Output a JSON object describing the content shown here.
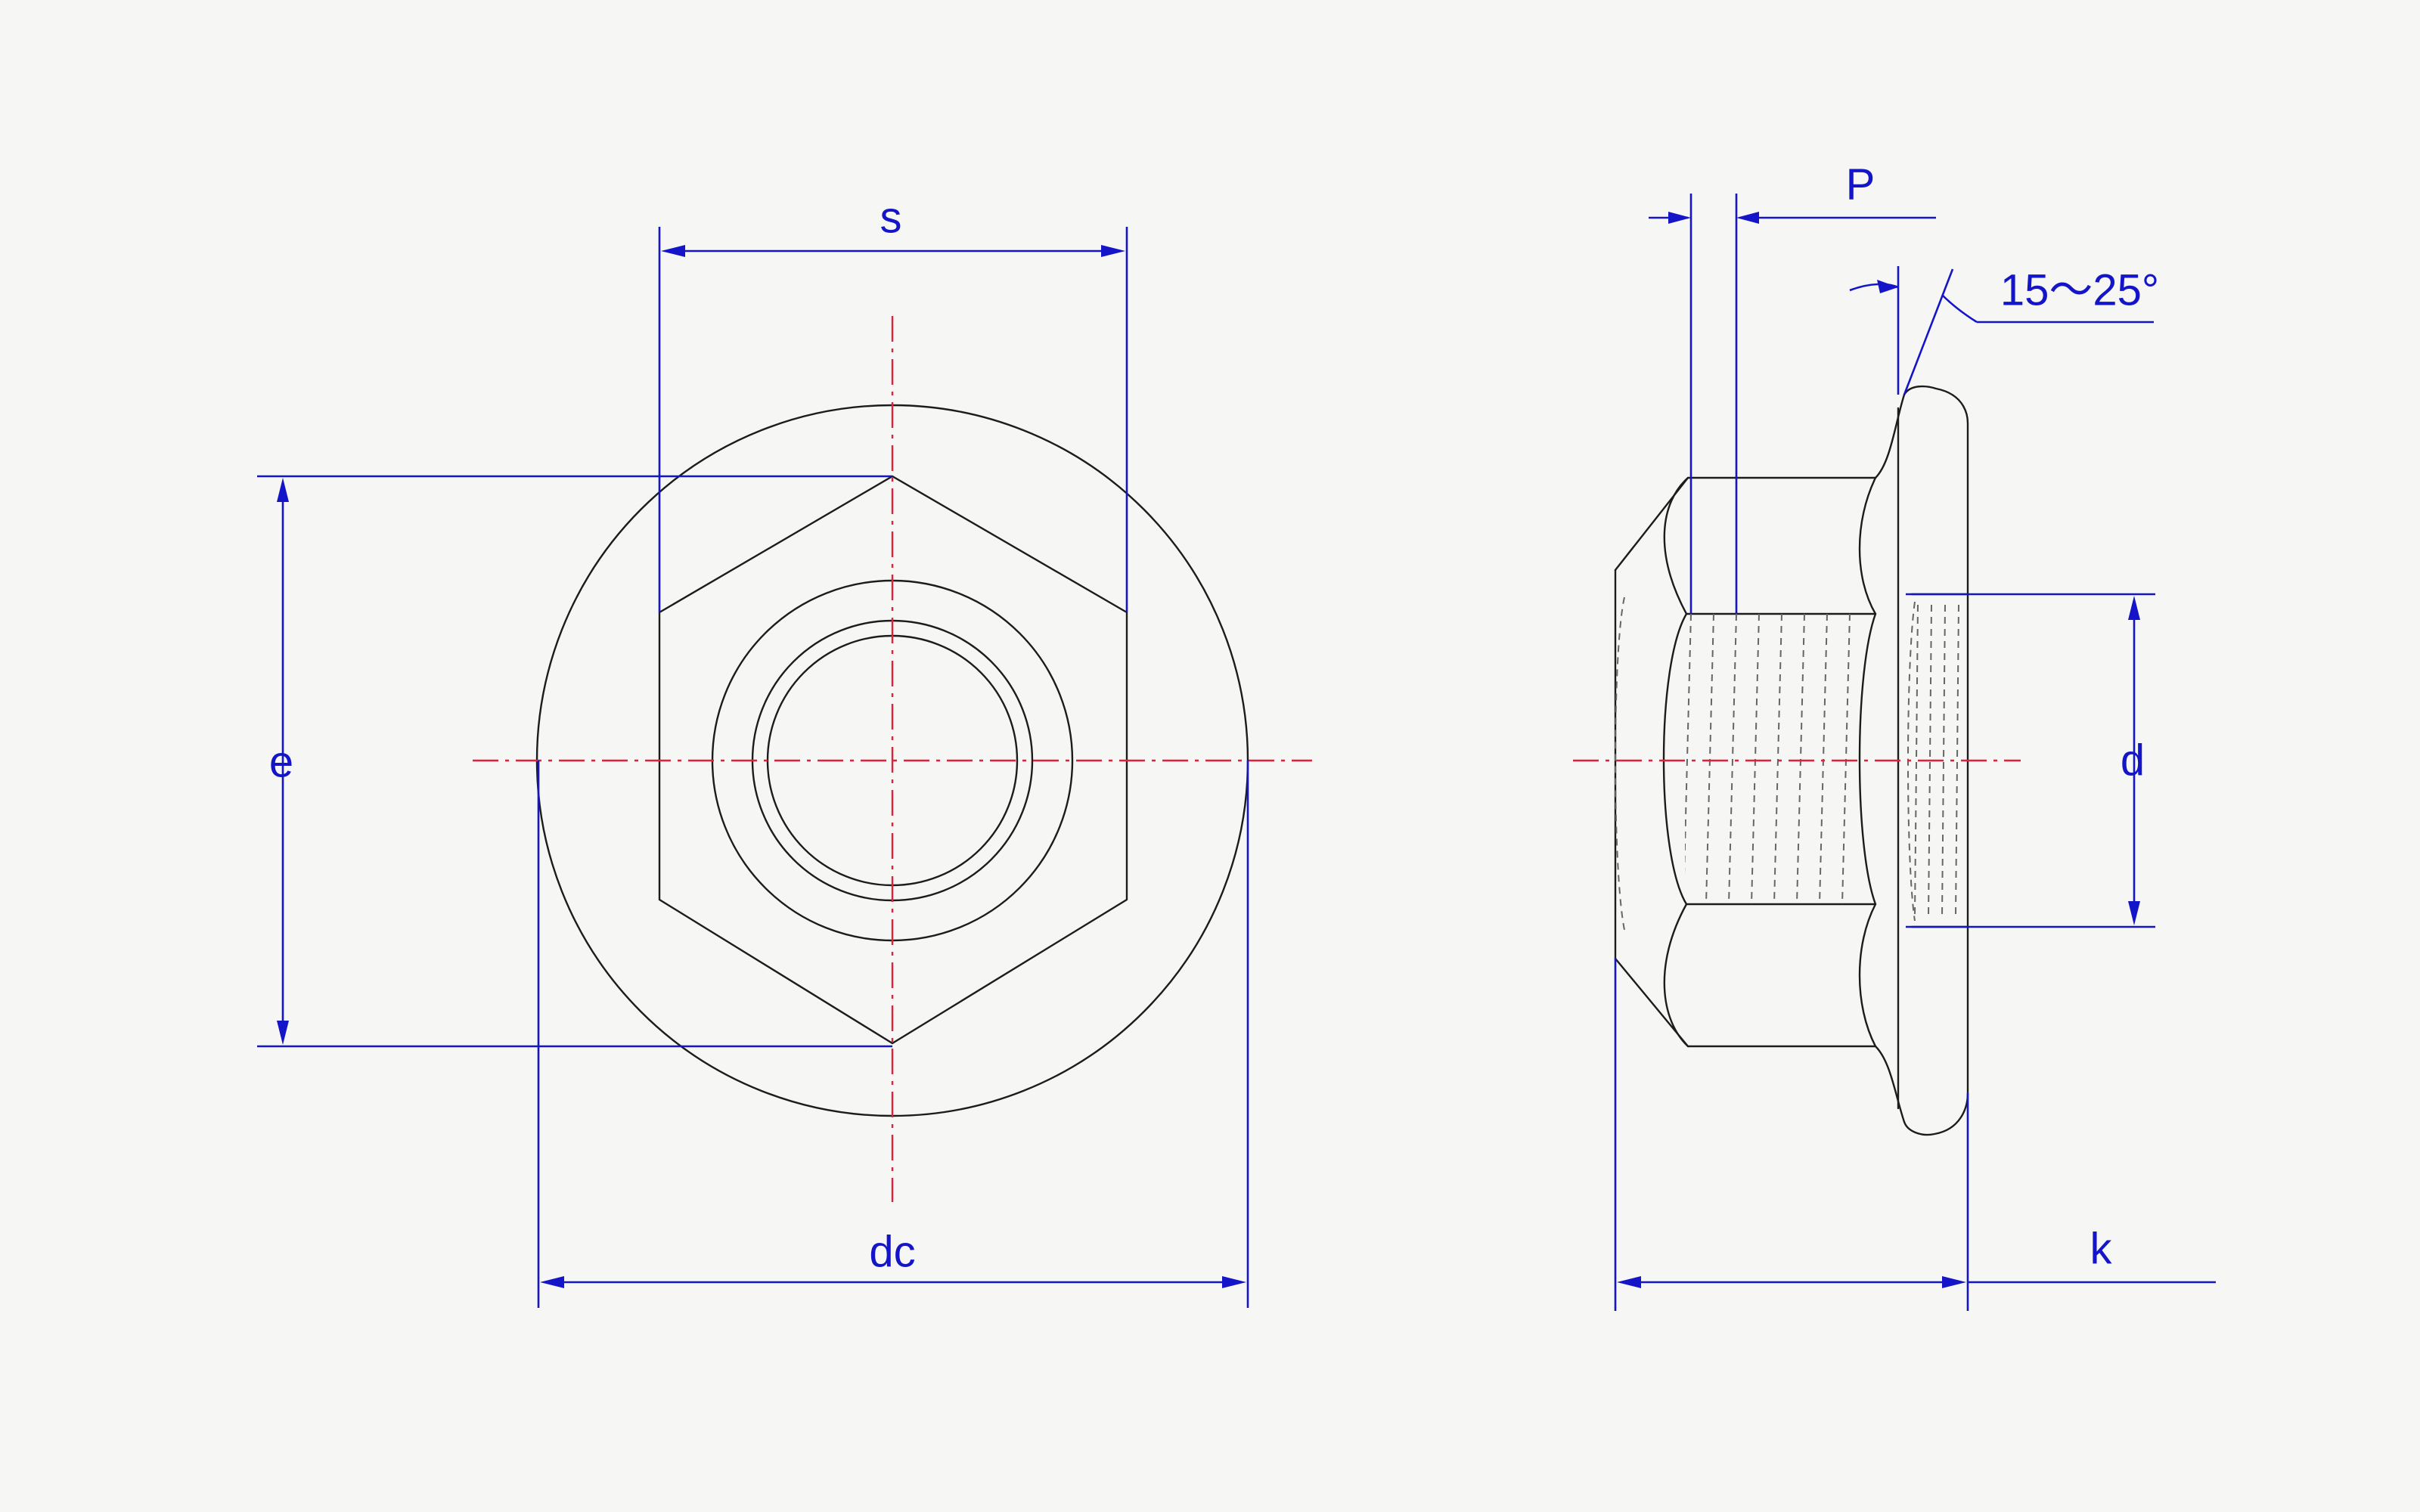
{
  "labels": {
    "s": "s",
    "e": "e",
    "dc": "dc",
    "p": "P",
    "angle": "15～25°",
    "d": "d",
    "k": "k"
  },
  "colors": {
    "geometry": "#1c1c1c",
    "hidden_lines": "#666666",
    "center_lines": "#e0213a",
    "dimensions": "#1414c8",
    "background": "#f6f6f5"
  }
}
